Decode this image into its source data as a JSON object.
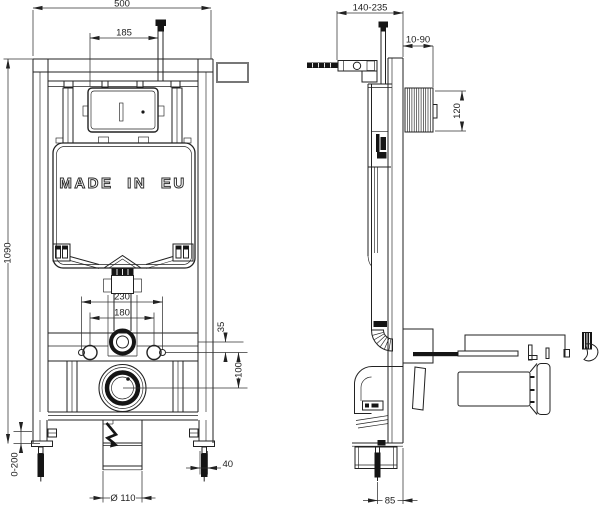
{
  "colors": {
    "line": "#222222",
    "bold_fill": "#151515",
    "background": "#ffffff",
    "detail_box_border": "#777777"
  },
  "front_view": {
    "tank_label": "MADE IN EU",
    "dims": {
      "total_width": "500",
      "inlet_offset": "185",
      "total_height": "1090",
      "holes_outer_span": "230",
      "holes_inner_span": "180",
      "flush_to_holes": "35",
      "holes_to_drain": "100",
      "leg_adjust_range": "0-200",
      "anchor_width": "40",
      "drain_diameter": "Ø 110"
    }
  },
  "side_view": {
    "dims": {
      "depth_adjust_range": "140-235",
      "wall_finish_range": "10-90",
      "flush_plate_height": "120",
      "leg_anchor_offset": "85"
    }
  }
}
